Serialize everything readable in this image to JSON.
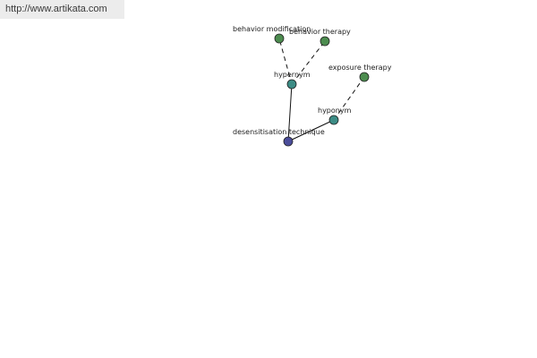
{
  "source": {
    "text": "http://www.artikata.com"
  },
  "graph": {
    "colors": {
      "root": "#4b4d9a",
      "relation": "#3c8c85",
      "term": "#4c8c4f"
    },
    "nodes": {
      "root": "desensitisation technique",
      "hypernym": "hypernym",
      "hyponym": "hyponym",
      "term_behavior_modification": "behavior modification",
      "term_behavior_therapy": "behavior therapy",
      "term_exposure_therapy": "exposure therapy"
    }
  }
}
